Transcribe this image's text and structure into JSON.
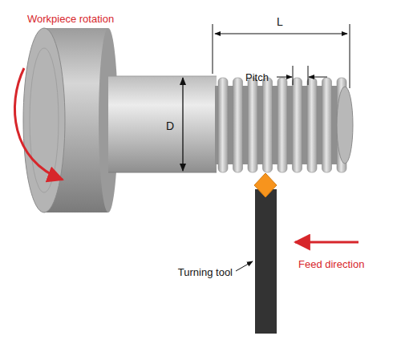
{
  "diagram": {
    "labels": [
      "Workpiece rotation",
      "L",
      "Pitch",
      "D",
      "Turning tool",
      "Feed direction"
    ]
  }
}
